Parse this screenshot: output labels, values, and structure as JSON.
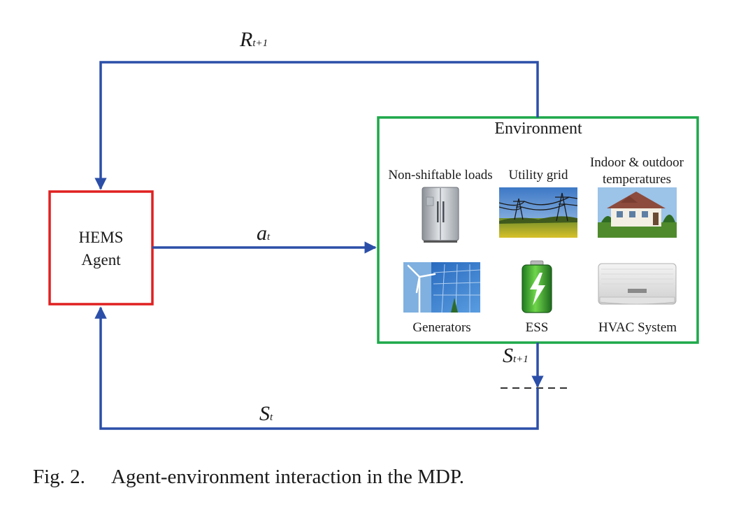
{
  "agent": {
    "line1": "HEMS",
    "line2": "Agent"
  },
  "environment": {
    "title": "Environment",
    "items": [
      {
        "label": "Non-shiftable loads",
        "icon": "refrigerator-icon"
      },
      {
        "label": "Utility grid",
        "icon": "power-lines-icon"
      },
      {
        "label_line1": "Indoor & outdoor",
        "label_line2": "temperatures",
        "icon": "house-icon"
      },
      {
        "label": "Generators",
        "icon": "solar-wind-icon"
      },
      {
        "label": "ESS",
        "icon": "battery-icon"
      },
      {
        "label": "HVAC System",
        "icon": "air-conditioner-icon"
      }
    ]
  },
  "signals": {
    "reward": {
      "base": "R",
      "sub": "t+1"
    },
    "action": {
      "base": "a",
      "sub": "t"
    },
    "next_state": {
      "base": "S",
      "sub": "t+1"
    },
    "state": {
      "base": "S",
      "sub": "t"
    }
  },
  "caption": {
    "number": "Fig. 2.",
    "text": "Agent-environment interaction in the MDP."
  },
  "colors": {
    "arrow": "#2b4fa8",
    "agent_border": "#e02020",
    "env_border": "#1ea84a"
  }
}
